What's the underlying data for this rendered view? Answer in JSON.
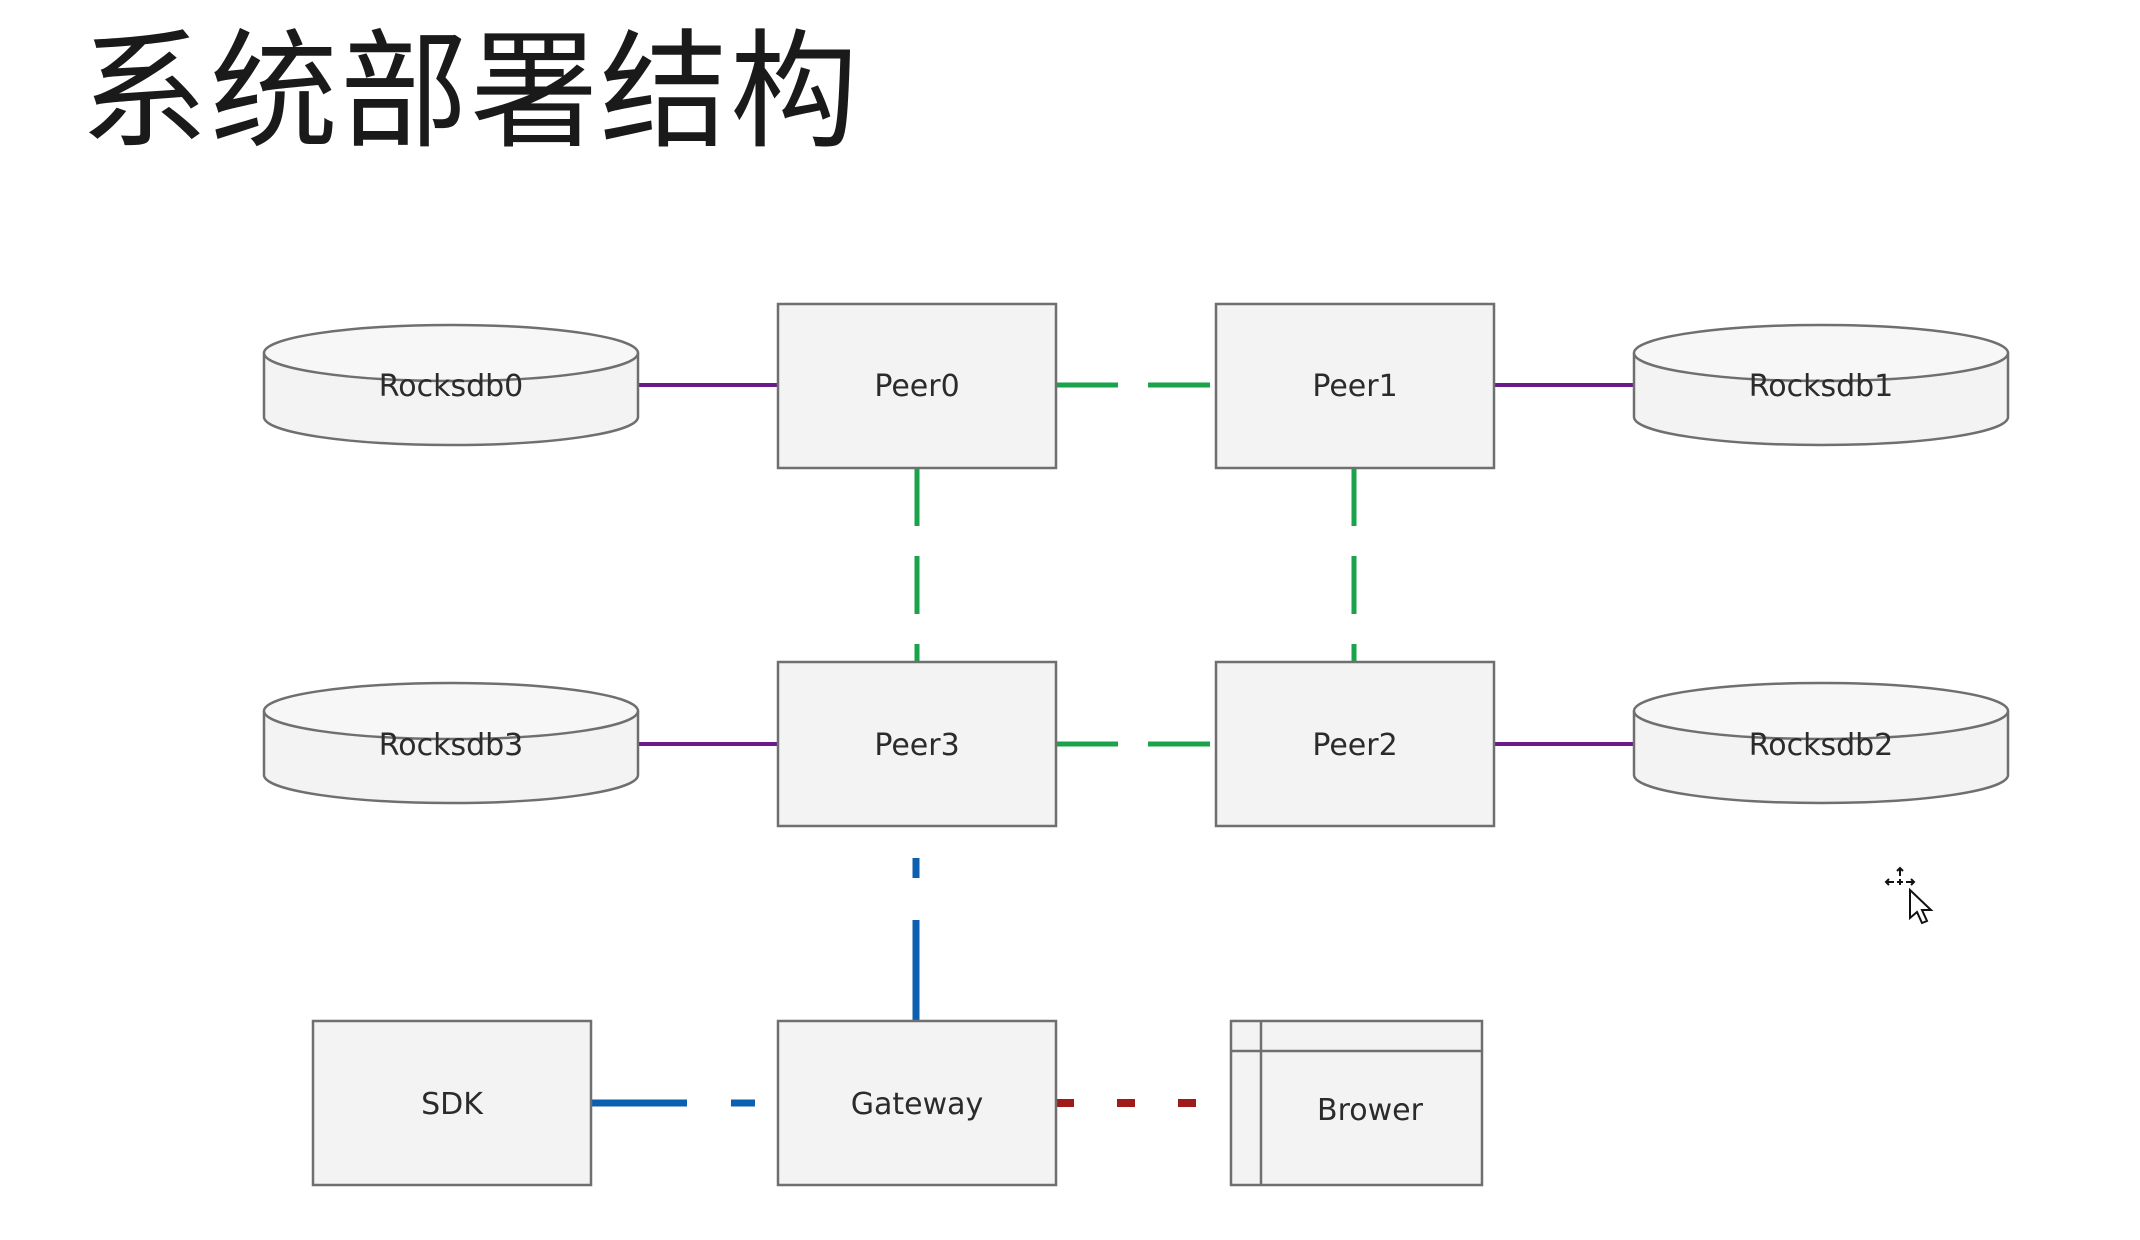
{
  "title": "系统部署结构",
  "colors": {
    "storage_link": "#6a1b8a",
    "peer_link": "#1aa34a",
    "client_link": "#0d5fb0",
    "browser_link": "#a11a1a",
    "node_fill": "#f3f3f3",
    "node_border": "#6f6f6f"
  },
  "nodes": {
    "rocksdb0": "Rocksdb0",
    "rocksdb1": "Rocksdb1",
    "rocksdb2": "Rocksdb2",
    "rocksdb3": "Rocksdb3",
    "peer0": "Peer0",
    "peer1": "Peer1",
    "peer2": "Peer2",
    "peer3": "Peer3",
    "sdk": "SDK",
    "gateway": "Gateway",
    "browser": "Brower"
  },
  "cursor_icon": "move-cursor-icon"
}
